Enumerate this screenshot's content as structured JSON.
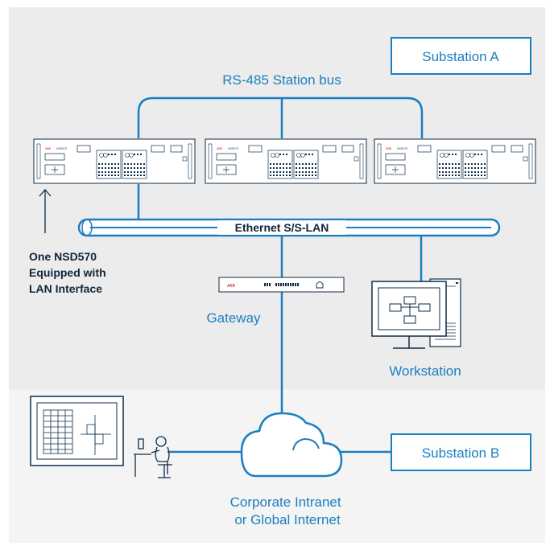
{
  "diagram": {
    "regions": {
      "substation_a": {
        "label": "Substation A"
      },
      "substation_b": {
        "label": "Substation B"
      }
    },
    "labels": {
      "rs485_bus": "RS-485 Station bus",
      "ethernet_lan": "Ethernet S/S-LAN",
      "nsd570_note": [
        "One NSD570",
        "Equipped with",
        "LAN Interface"
      ],
      "gateway": "Gateway",
      "workstation": "Workstation",
      "cloud": [
        "Corporate Intranet",
        "or Global Internet"
      ]
    },
    "devices": {
      "rack_units": [
        {
          "brand": "ABB",
          "model": "NSD570"
        },
        {
          "brand": "ABB",
          "model": "NSD570"
        },
        {
          "brand": "ABB",
          "model": "NSD570"
        }
      ],
      "gateway_brand": "ABB"
    },
    "colors": {
      "line": "#1a7fc1",
      "outline": "#0e2d4a",
      "background_top": "#ececec",
      "background_bottom": "#f4f4f4",
      "text_dark": "#10243a"
    }
  }
}
